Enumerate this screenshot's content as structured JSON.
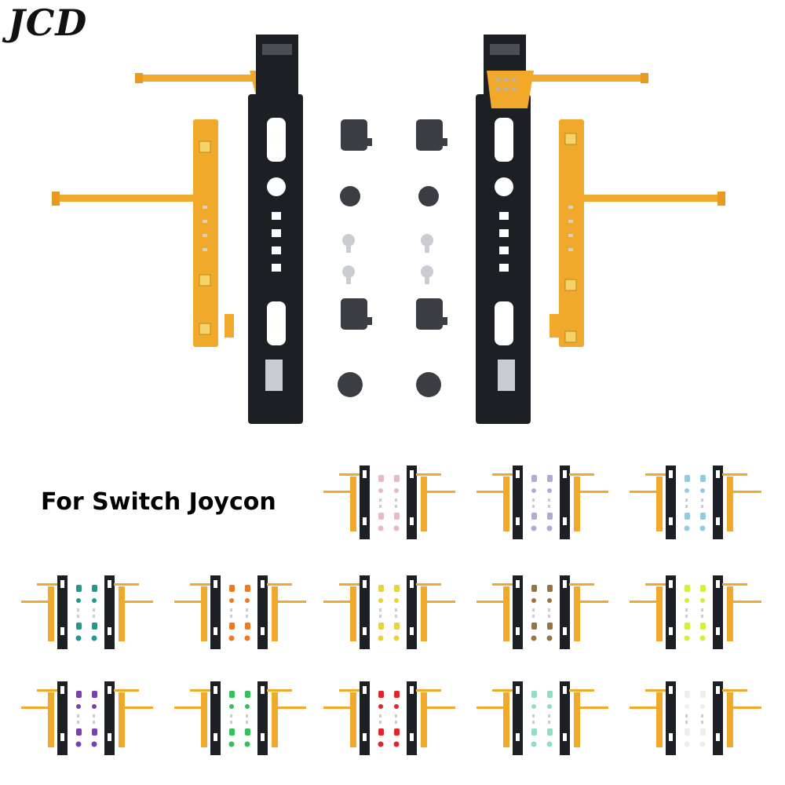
{
  "brand": {
    "logo_text": "JCD"
  },
  "caption": {
    "text": "For Switch Joycon"
  },
  "colors": {
    "flex_cable": "#f0a92a",
    "rail_frame": "#1c1f24",
    "button_gray": "#3a3d42",
    "screw": "#c9cdd2"
  },
  "main_product": {
    "left_set": [
      "sl-sr-flex-cable",
      "rail-frame"
    ],
    "center_parts": [
      "sl-button",
      "sr-button",
      "rail-lock-cap",
      "screw",
      "screw",
      "sl-button",
      "rail-lock-cap"
    ],
    "right_set": [
      "rail-frame",
      "sl-sr-flex-cable"
    ]
  },
  "variants": [
    {
      "id": "pink",
      "color": "#e9b7c8"
    },
    {
      "id": "lavender",
      "color": "#b7a6d8"
    },
    {
      "id": "sky-blue",
      "color": "#8fcde3"
    },
    {
      "id": "teal",
      "color": "#1f9a8e"
    },
    {
      "id": "orange",
      "color": "#ef7a22"
    },
    {
      "id": "yellow",
      "color": "#e9d23a"
    },
    {
      "id": "brown",
      "color": "#9a7440"
    },
    {
      "id": "neon-yellow",
      "color": "#d6ef3a"
    },
    {
      "id": "purple",
      "color": "#7a3fb4"
    },
    {
      "id": "green",
      "color": "#36c05a"
    },
    {
      "id": "red",
      "color": "#e0262a"
    },
    {
      "id": "mint",
      "color": "#8ee0c4"
    },
    {
      "id": "white",
      "color": "#eeeeee"
    }
  ]
}
